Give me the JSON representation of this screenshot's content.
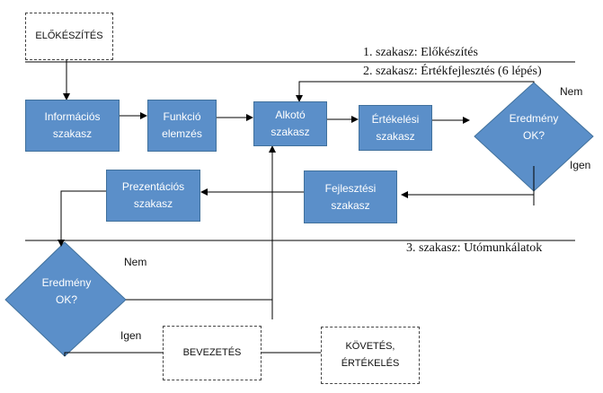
{
  "phases": {
    "phase1": "1. szakasz: Előkészítés",
    "phase2": "2. szakasz: Értékfejlesztés (6 lépés)",
    "phase3": "3. szakasz: Utómunkálatok"
  },
  "dashed_boxes": {
    "prep": "ELŐKÉSZÍTÉS",
    "intro": "BEVEZETÉS",
    "followup": "KÖVETÉS,\nÉRTÉKELÉS"
  },
  "steps": {
    "information": "Információs\nszakasz",
    "function": "Funkció\nelemzés",
    "creative": "Alkotó\nszakasz",
    "evaluation": "Értékelési\nszakasz",
    "development": "Fejlesztési\nszakasz",
    "presentation": "Prezentációs\nszakasz"
  },
  "decisions": {
    "top": "Eredmény\nOK?",
    "bottom": "Eredmény\nOK?"
  },
  "branch_labels": {
    "no_top": "Nem",
    "yes_top": "Igen",
    "no_bottom": "Nem",
    "yes_bottom": "Igen"
  },
  "colors": {
    "box_fill": "#5b8fc9",
    "box_border": "#41719c",
    "line": "#000000"
  }
}
